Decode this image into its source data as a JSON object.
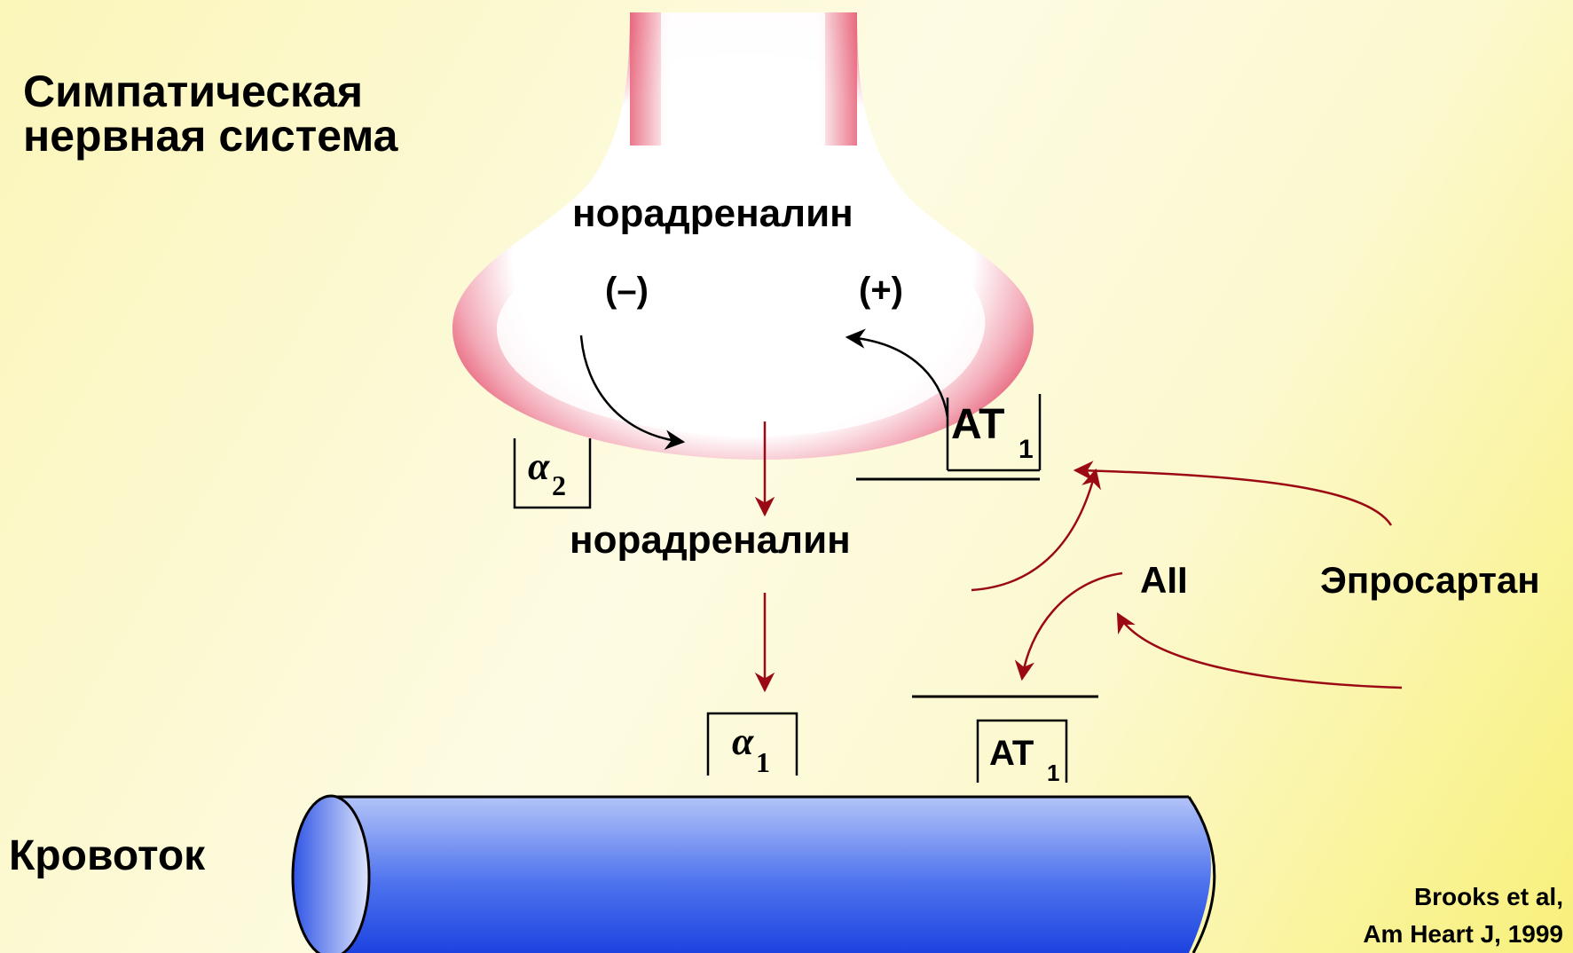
{
  "title": {
    "line1": "Симпатическая",
    "line2": "нервная система"
  },
  "synapse": {
    "noradrenaline_top": "норадреналин",
    "minus": "(–)",
    "plus": "(+)"
  },
  "receptors": {
    "alpha2_symbol": "α",
    "alpha2_sub": "2",
    "at1_top": "AT",
    "at1_top_sub": "1",
    "alpha1_symbol": "α",
    "alpha1_sub": "1",
    "at1_bottom": "AT",
    "at1_bottom_sub": "1"
  },
  "noradrenaline_released": "норадреналин",
  "angiotensin": "AII",
  "drug": "Эпросартан",
  "blood_flow": "Кровоток",
  "citation": {
    "line1": "Brooks et al,",
    "line2": "Am Heart J, 1999"
  },
  "colors": {
    "terminal_rim": "#e8697f",
    "vessel": "#2f55e6",
    "arrow_dark_red": "#9b0a14",
    "arrow_black": "#000000"
  }
}
